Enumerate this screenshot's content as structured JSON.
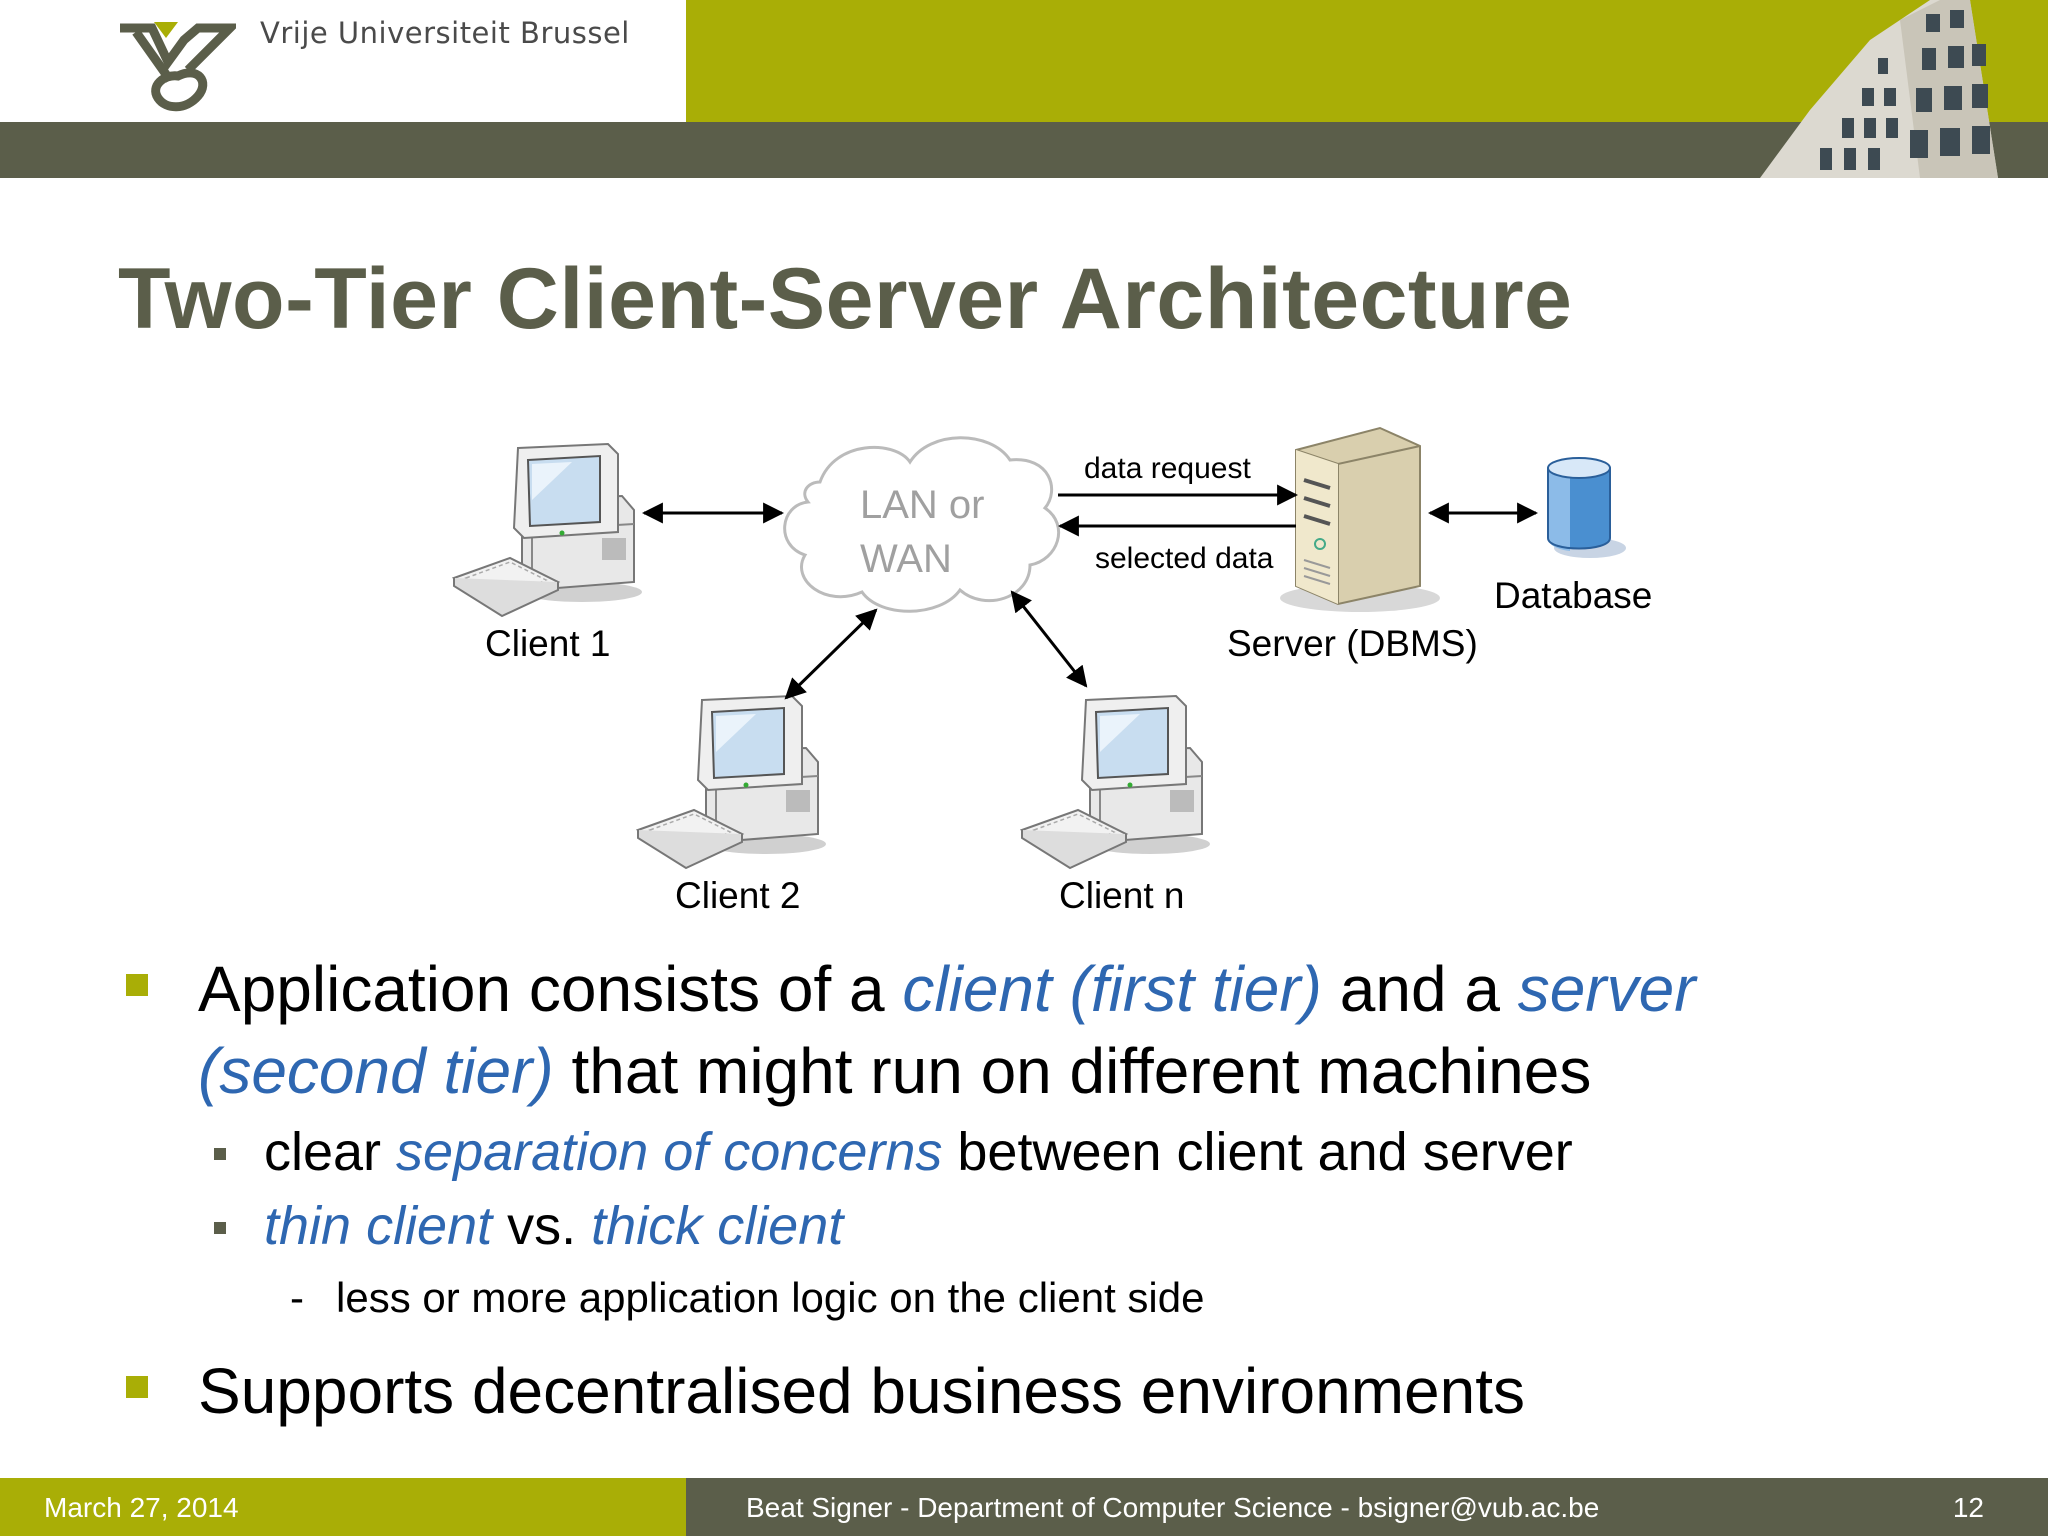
{
  "header": {
    "university": "Vrije Universiteit Brussel"
  },
  "title": "Two-Tier Client-Server Architecture",
  "diagram": {
    "network": [
      "LAN or",
      "WAN"
    ],
    "arrow_request": "data request",
    "arrow_response": "selected data",
    "client1": "Client 1",
    "client2": "Client 2",
    "clientn": "Client n",
    "server": "Server (DBMS)",
    "database": "Database"
  },
  "bullets": {
    "b1_pre": "Application consists of a ",
    "b1_em1": "client (first tier)",
    "b1_mid": " and a ",
    "b1_em2a": "server",
    "b1_em2b": "(second tier)",
    "b1_post": " that might run on different machines",
    "s1_pre": "clear ",
    "s1_em": "separation of concerns",
    "s1_post": " between client and server",
    "s2_em1": "thin client",
    "s2_mid": " vs. ",
    "s2_em2": "thick client",
    "s3_dash": "-",
    "s3_text": "less or more application logic on the client side",
    "b2_text": "Supports decentralised business environments"
  },
  "footer": {
    "date": "March 27, 2014",
    "center": "Beat Signer - Department of Computer Science - bsigner@vub.ac.be",
    "page": "12"
  },
  "colors": {
    "olive": "#a9ae06",
    "dark": "#5b5e4a",
    "highlight": "#2e67b1"
  }
}
